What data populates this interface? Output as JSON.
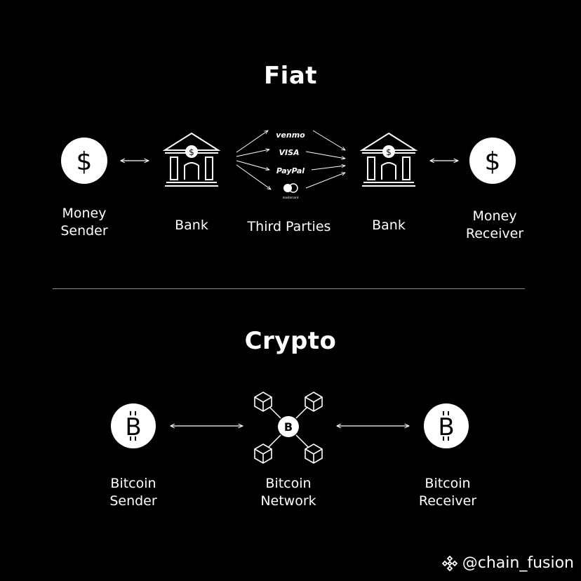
{
  "fiat": {
    "title": "Fiat",
    "nodes": {
      "money_sender": [
        "Money",
        "Sender"
      ],
      "bank_left": "Bank",
      "third_parties": "Third Parties",
      "bank_right": "Bank",
      "money_receiver": [
        "Money",
        "Receiver"
      ]
    },
    "payment_brands": [
      "venmo",
      "VISA",
      "PayPal",
      "mastercard"
    ],
    "currency_symbol": "$"
  },
  "crypto": {
    "title": "Crypto",
    "nodes": {
      "bitcoin_sender": [
        "Bitcoin",
        "Sender"
      ],
      "bitcoin_network": [
        "Bitcoin",
        "Network"
      ],
      "bitcoin_receiver": [
        "Bitcoin",
        "Receiver"
      ]
    },
    "currency_symbol": "B"
  },
  "watermark": "@chain_fusion",
  "colors": {
    "background": "#000000",
    "foreground": "#ffffff",
    "divider": "#8a8a8a"
  },
  "icons": [
    "dollar-coin-icon",
    "bank-icon",
    "bitcoin-coin-icon",
    "cube-icon",
    "binance-icon"
  ]
}
